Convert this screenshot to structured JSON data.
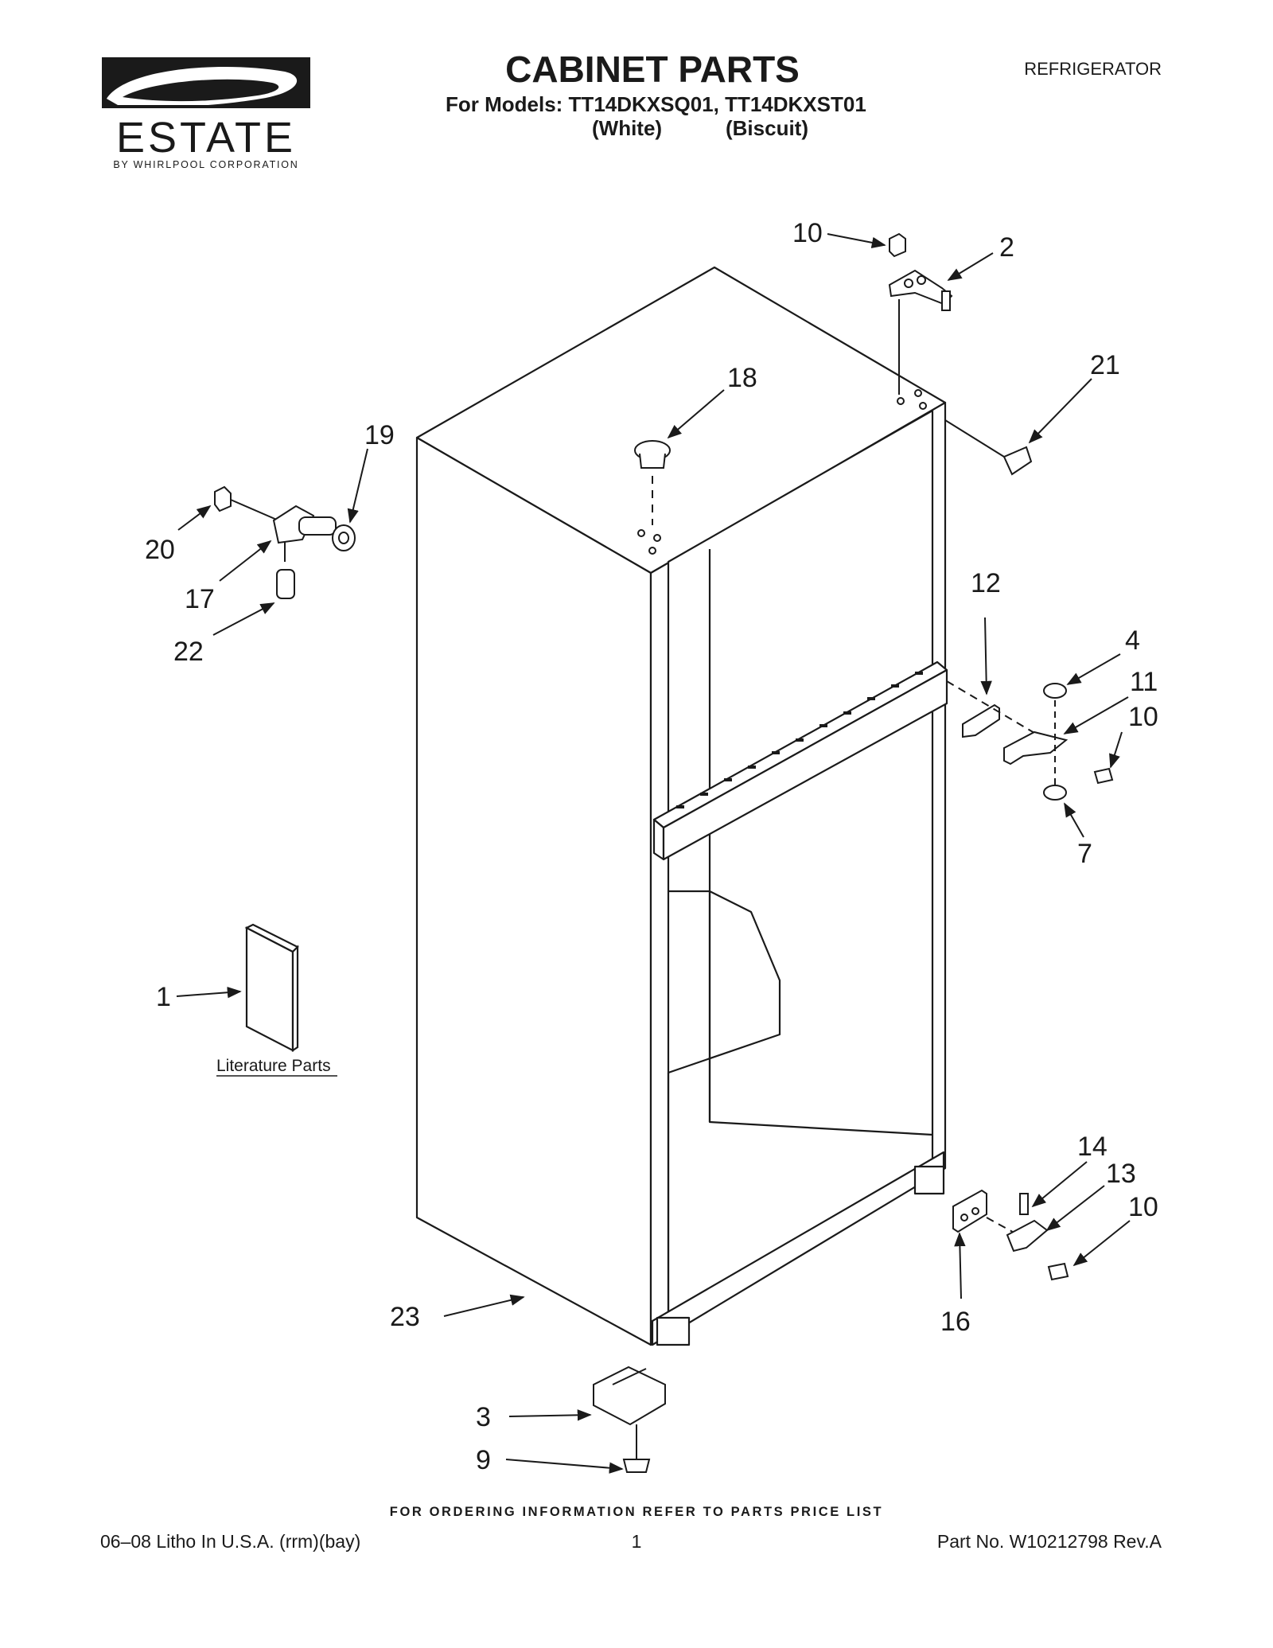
{
  "header": {
    "brand": "ESTATE",
    "brand_subtitle": "BY WHIRLPOOL CORPORATION",
    "title": "CABINET PARTS",
    "category": "REFRIGERATOR",
    "models_line": "For Models: TT14DKXSQ01, TT14DKXST01",
    "model_colors": [
      "(White)",
      "(Biscuit)"
    ]
  },
  "diagram": {
    "literature_label": "Literature Parts",
    "callouts": [
      "10",
      "2",
      "21",
      "18",
      "19",
      "20",
      "17",
      "22",
      "12",
      "4",
      "11",
      "10",
      "7",
      "1",
      "14",
      "13",
      "10",
      "23",
      "16",
      "3",
      "9"
    ]
  },
  "footer": {
    "ordering_note": "FOR ORDERING INFORMATION REFER TO PARTS PRICE LIST",
    "print_info": "06–08 Litho In U.S.A. (rrm)(bay)",
    "page_number": "1",
    "part_number": "Part No. W10212798 Rev.A"
  }
}
